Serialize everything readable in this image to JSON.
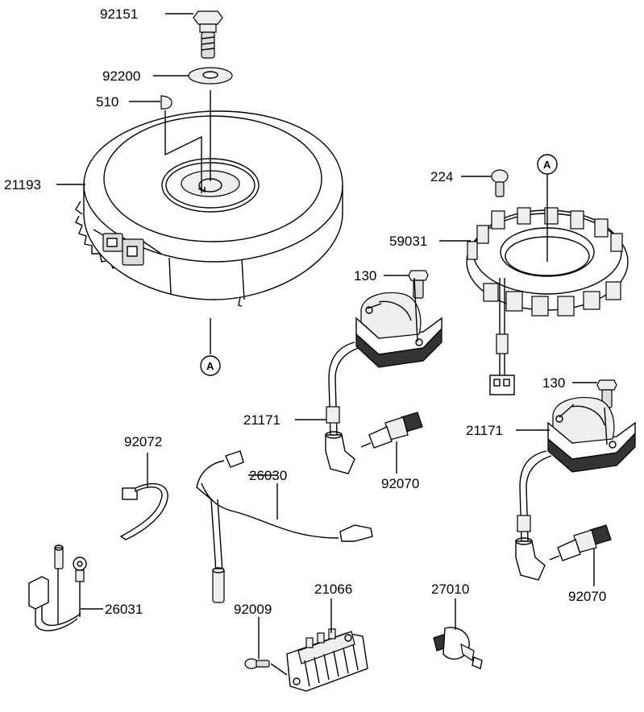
{
  "labels": {
    "p92151": "92151",
    "p92200": "92200",
    "p510": "510",
    "p21193": "21193",
    "p224": "224",
    "p59031": "59031",
    "p130a": "130",
    "p130b": "130",
    "p21171a": "21171",
    "p21171b": "21171",
    "p92070a": "92070",
    "p92070b": "92070",
    "p92072": "92072",
    "p26030": "26030",
    "p26031": "26031",
    "p92009": "92009",
    "p21066": "21066",
    "p27010": "27010"
  },
  "refs": {
    "a1": "A",
    "a2": "A"
  }
}
